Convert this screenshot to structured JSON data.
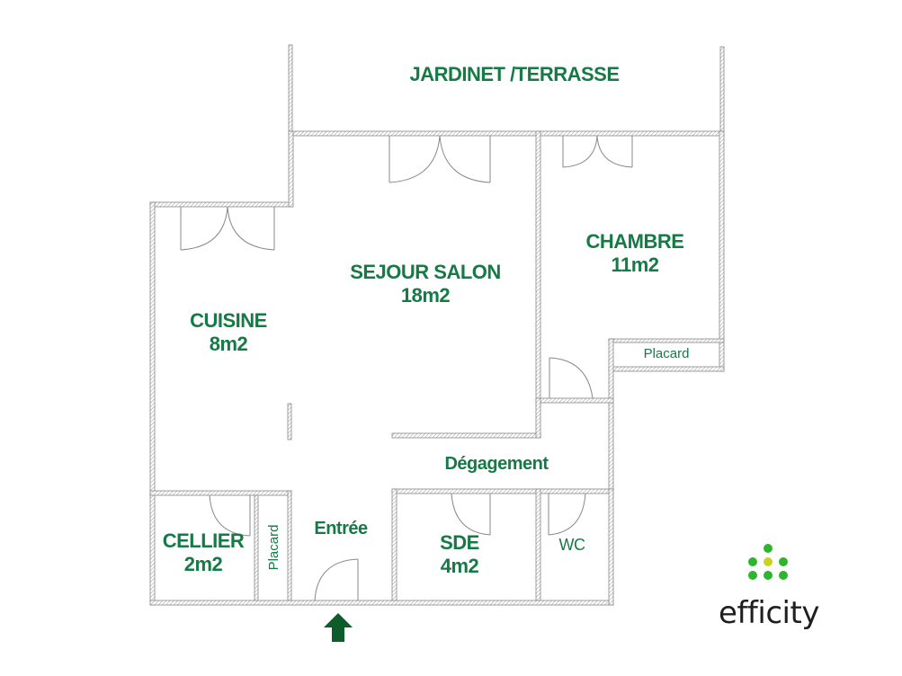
{
  "plan": {
    "outdoor": {
      "label": "JARDINET /TERRASSE"
    },
    "rooms": [
      {
        "id": "sejour",
        "name": "SEJOUR SALON",
        "area": "18m2"
      },
      {
        "id": "chambre",
        "name": "CHAMBRE",
        "area": "11m2"
      },
      {
        "id": "cuisine",
        "name": "CUISINE",
        "area": "8m2"
      },
      {
        "id": "cellier",
        "name": "CELLIER",
        "area": "2m2"
      },
      {
        "id": "sde",
        "name": "SDE",
        "area": "4m2"
      },
      {
        "id": "wc",
        "name": "WC"
      },
      {
        "id": "entree",
        "name": "Entrée"
      },
      {
        "id": "degagement",
        "name": "Dégagement"
      },
      {
        "id": "placard_chambre",
        "name": "Placard"
      },
      {
        "id": "placard_entree",
        "name": "Placard"
      }
    ],
    "entrance_arrow": "arrow-up-icon"
  },
  "colors": {
    "label_green": "#157a45",
    "arrow_green": "#0d5c2a",
    "wall": "#8a8a8a",
    "logo_green": "#2db52d",
    "logo_yellow": "#c8d41e"
  },
  "logo": {
    "text": "efficity"
  }
}
